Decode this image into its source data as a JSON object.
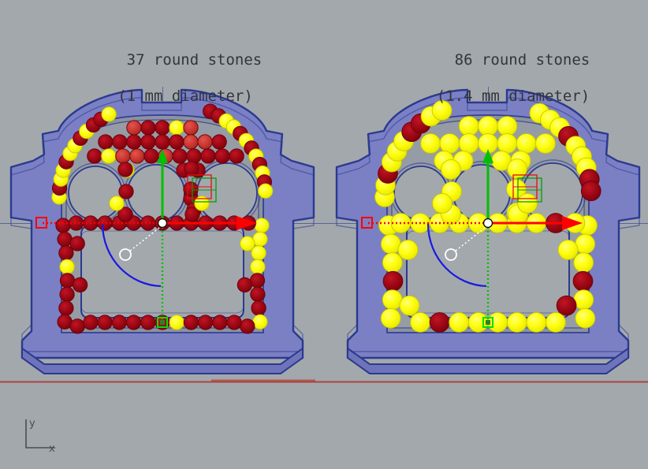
{
  "app": {
    "viewport_name": "cad-viewport",
    "background_color": "#a3a8ad"
  },
  "captions": [
    {
      "id": "left",
      "line1": "37 round stones",
      "line2": "(1 mm diameter)"
    },
    {
      "id": "right",
      "line1": "86 round stones",
      "line2": "(1.4 mm diameter)"
    }
  ],
  "axis_indicator": {
    "x_label": "x",
    "y_label": "y"
  },
  "colors": {
    "background": "#a3a8ad",
    "body_fill": "#7b80c4",
    "body_fill_dark": "#6f74ba",
    "body_outline": "#2b3a8f",
    "cavity_fill": "#a3a8ad",
    "stone_red": "#9c0010",
    "stone_red_light": "#d0332e",
    "stone_yellow": "#ffff00",
    "stone_outline_red": "#6d0009",
    "stone_outline_yellow": "#c9c900",
    "gumball_x_axis": "#ff0000",
    "gumball_y_axis": "#00c000",
    "curve_blue": "#1a1ae0",
    "construction_red_line": "#a8443f",
    "world_axis_line": "#3a4a8a",
    "text": "#33353a"
  },
  "models": [
    {
      "id": "left-model",
      "name": "ring-model-37-stones",
      "stone_count": 37,
      "stone_diameter_mm": 1,
      "dominant_stone_color": "#9c0010"
    },
    {
      "id": "right-model",
      "name": "ring-model-86-stones",
      "stone_count": 86,
      "stone_diameter_mm": 1.4,
      "dominant_stone_color": "#ffff00"
    }
  ],
  "gumball": {
    "name": "gumball-manipulator",
    "x_arrow_direction": "right",
    "y_arrow_direction": "up",
    "has_rotation_handle": true,
    "has_scale_handles": true
  },
  "grid_widget": {
    "name": "plane-grid-widget",
    "rows": 2,
    "cols": 2
  }
}
